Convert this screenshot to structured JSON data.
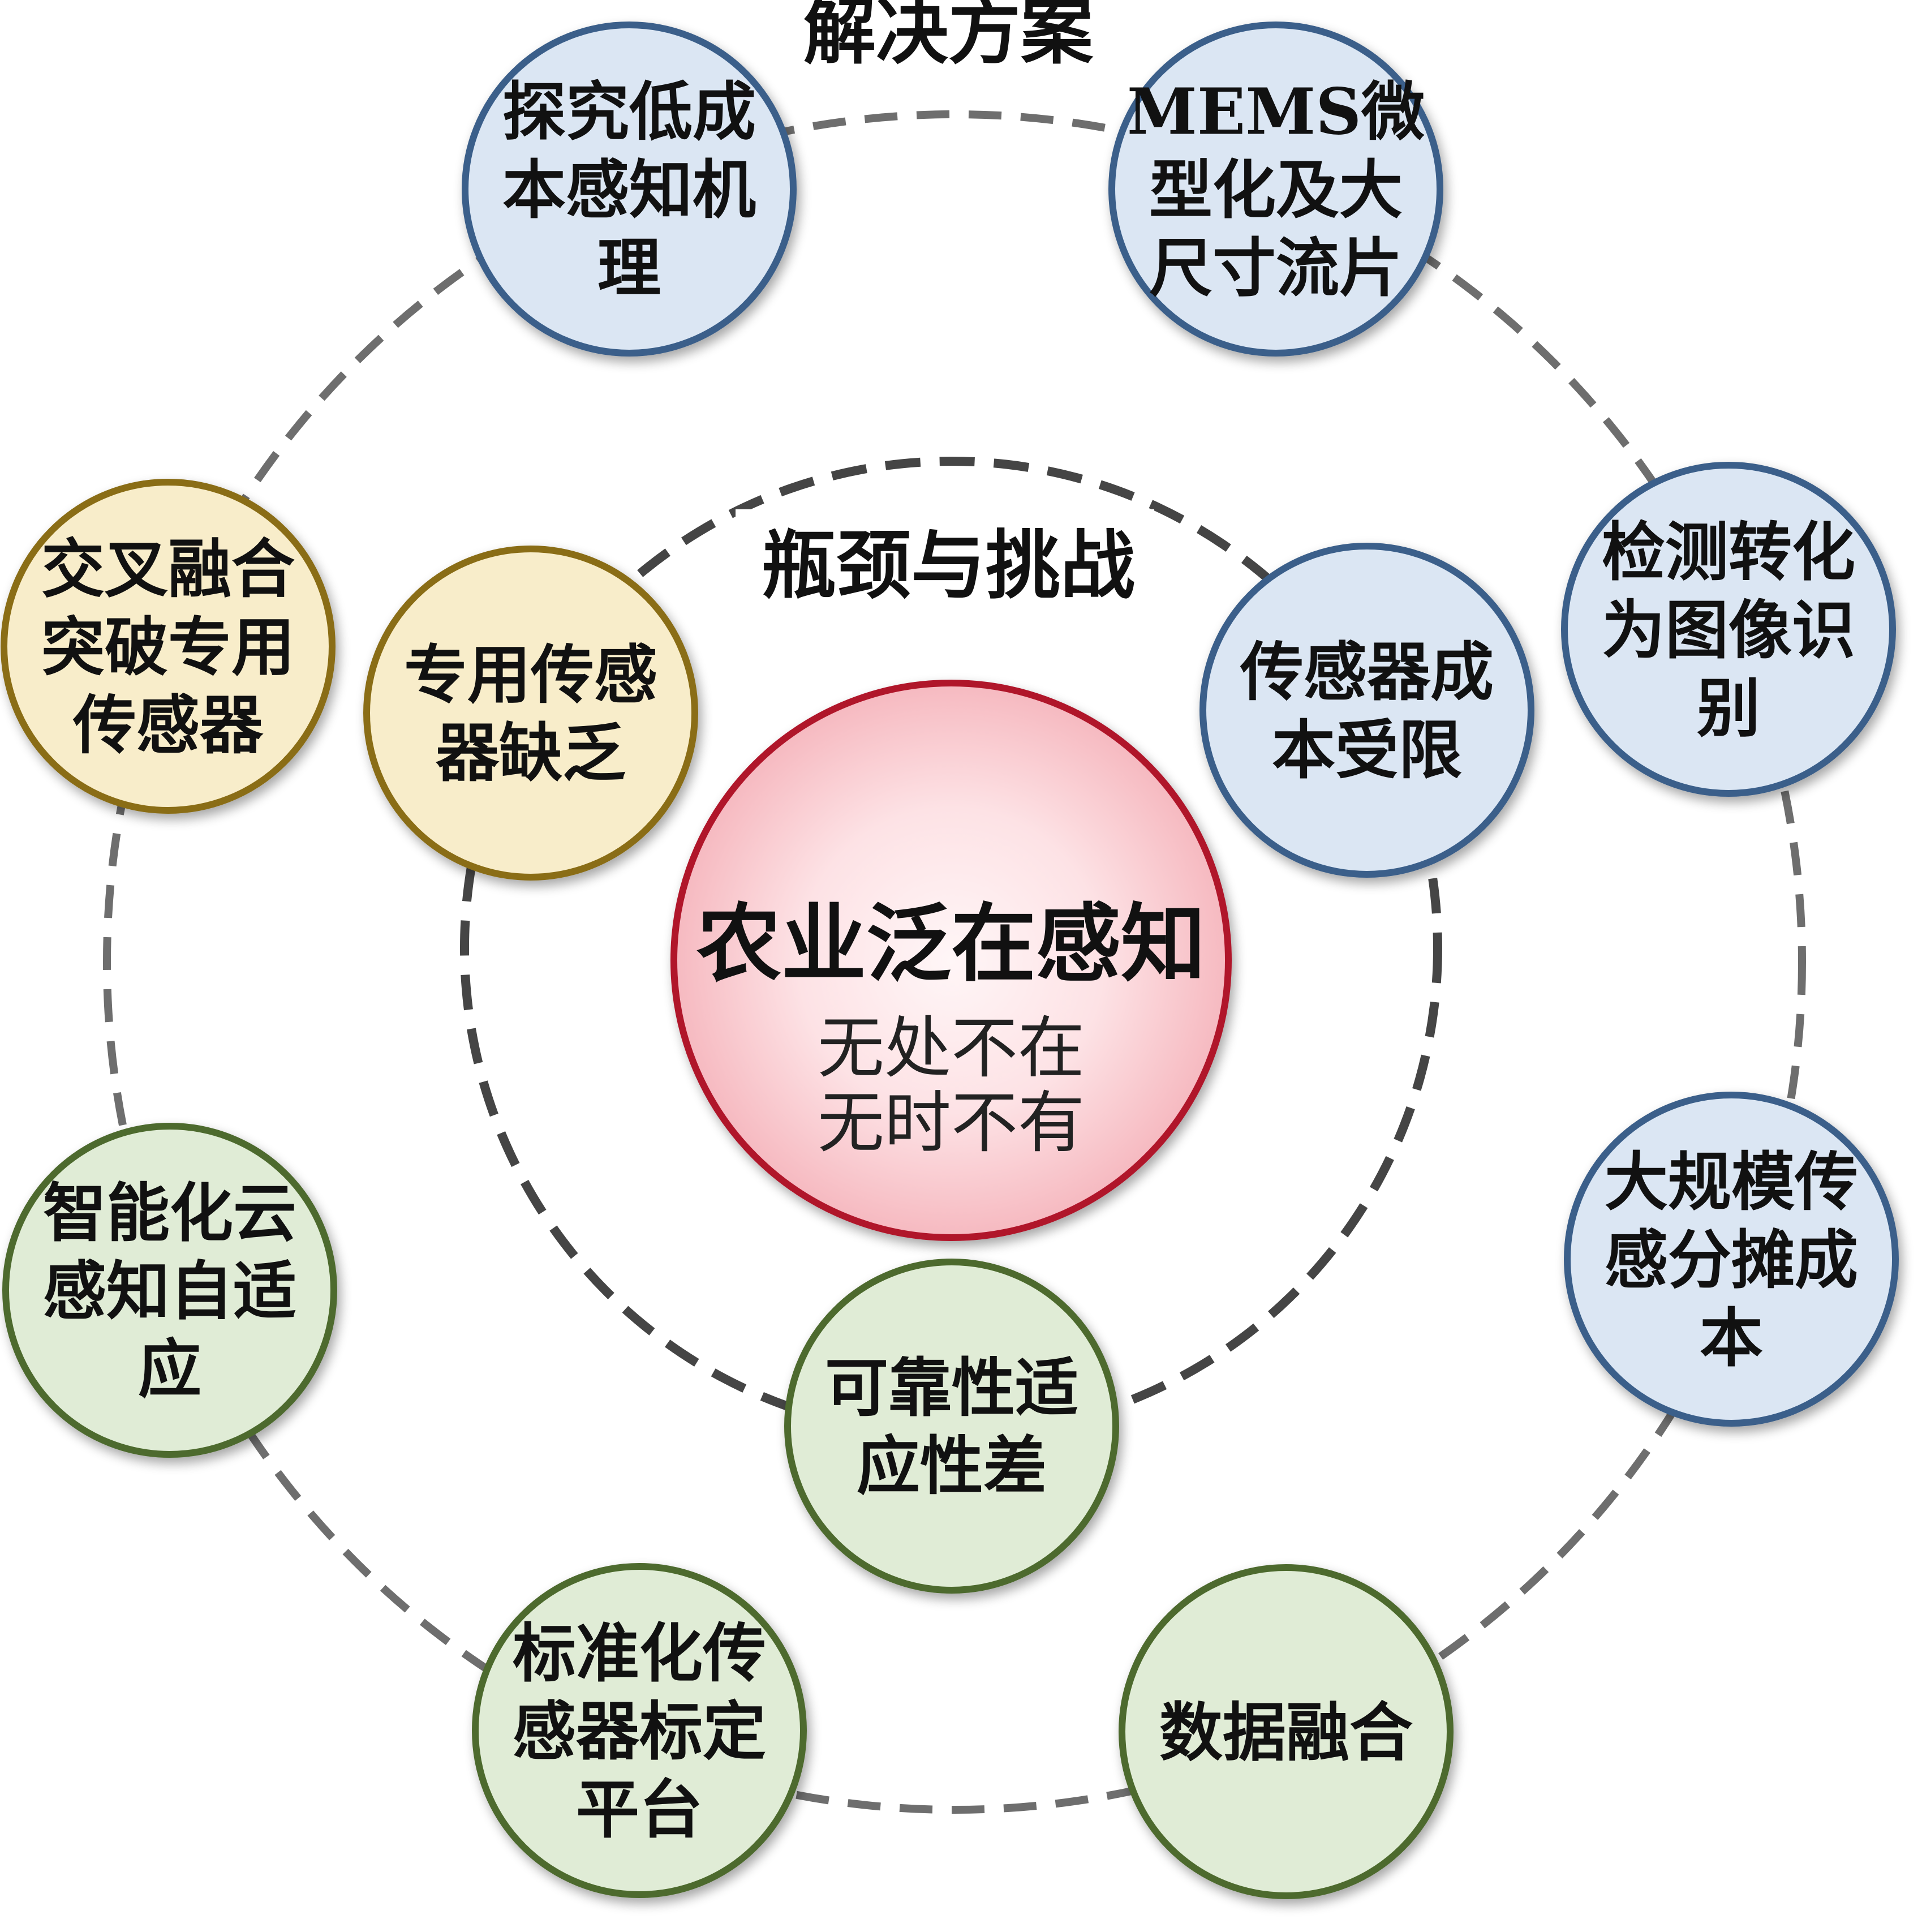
{
  "outer_ring": {
    "title": "解决方案"
  },
  "inner_ring": {
    "title": "瓶颈与挑战"
  },
  "center": {
    "title": "农业泛在感知",
    "subtitle_lines": [
      "无处不在",
      "无时不有"
    ]
  },
  "palette": {
    "blue_fill": "#dbe6f3",
    "blue_stroke": "#3b5f8a",
    "yellow_fill": "#f8edca",
    "yellow_stroke": "#8a6d16",
    "green_fill": "#e0ecd6",
    "green_stroke": "#4d6a2d",
    "red_fill": "#fde0e2",
    "red_stroke": "#b0122a",
    "ring_stroke": "#6e6e6e"
  },
  "inner_nodes": [
    {
      "id": "lack-special-sensors",
      "theme": "yellow",
      "lines": [
        "专用传感",
        "器缺乏"
      ]
    },
    {
      "id": "sensor-cost-limited",
      "theme": "blue",
      "lines": [
        "传感器成",
        "本受限"
      ]
    },
    {
      "id": "poor-reliability",
      "theme": "green",
      "lines": [
        "可靠性适",
        "应性差"
      ]
    }
  ],
  "outer_nodes": [
    {
      "id": "low-cost-mechanism",
      "theme": "blue",
      "lines": [
        "探究低成",
        "本感知机",
        "理"
      ]
    },
    {
      "id": "mems-miniaturization",
      "theme": "blue",
      "lines": [
        "MEMS微",
        "型化及大",
        "尺寸流片"
      ]
    },
    {
      "id": "image-recognition",
      "theme": "blue",
      "lines": [
        "检测转化",
        "为图像识",
        "别"
      ]
    },
    {
      "id": "cost-sharing",
      "theme": "blue",
      "lines": [
        "大规模传",
        "感分摊成",
        "本"
      ]
    },
    {
      "id": "data-fusion",
      "theme": "green",
      "lines": [
        "数据融合"
      ]
    },
    {
      "id": "calibration-platform",
      "theme": "green",
      "lines": [
        "标准化传",
        "感器标定",
        "平台"
      ]
    },
    {
      "id": "cloud-adaptive",
      "theme": "green",
      "lines": [
        "智能化云",
        "感知自适",
        "应"
      ]
    },
    {
      "id": "cross-fusion",
      "theme": "yellow",
      "lines": [
        "交叉融合",
        "突破专用",
        "传感器"
      ]
    }
  ]
}
